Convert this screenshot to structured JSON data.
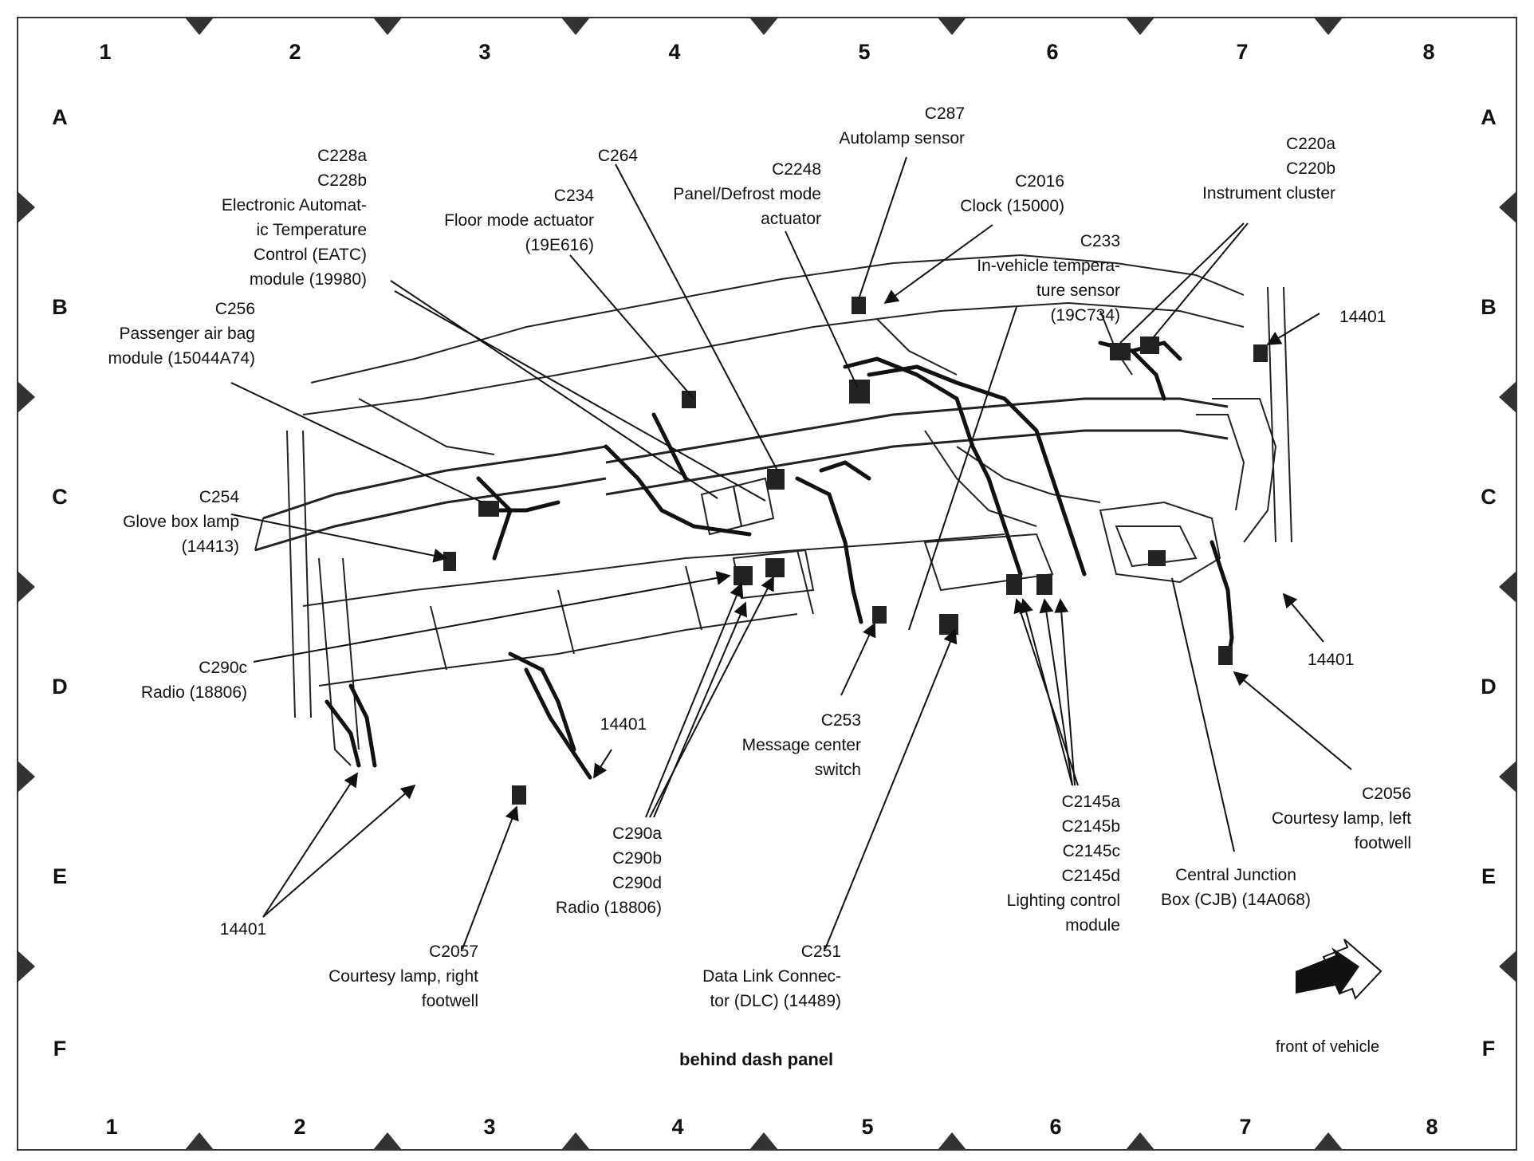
{
  "grid": {
    "columns": [
      "1",
      "2",
      "3",
      "4",
      "5",
      "6",
      "7",
      "8"
    ],
    "rows": [
      "A",
      "B",
      "C",
      "D",
      "E",
      "F"
    ]
  },
  "callouts": [
    {
      "id": "c228",
      "lines": [
        "C228a",
        "C228b",
        "Electronic Automat-",
        "ic Temperature",
        "Control (EATC)",
        "module (19980)"
      ]
    },
    {
      "id": "c264",
      "lines": [
        "C264"
      ]
    },
    {
      "id": "c234",
      "lines": [
        "C234",
        "Floor mode actuator",
        "(19E616)"
      ]
    },
    {
      "id": "c2248",
      "lines": [
        "C2248",
        "Panel/Defrost mode",
        "actuator"
      ]
    },
    {
      "id": "c287",
      "lines": [
        "C287",
        "Autolamp sensor"
      ]
    },
    {
      "id": "c2016",
      "lines": [
        "C2016",
        "Clock (15000)"
      ]
    },
    {
      "id": "c233",
      "lines": [
        "C233",
        "In-vehicle tempera-",
        "ture sensor",
        "(19C734)"
      ]
    },
    {
      "id": "c220",
      "lines": [
        "C220a",
        "C220b",
        "Instrument cluster"
      ]
    },
    {
      "id": "w14401_b",
      "lines": [
        "14401"
      ]
    },
    {
      "id": "c256",
      "lines": [
        "C256",
        "Passenger air bag",
        "module (15044A74)"
      ]
    },
    {
      "id": "c254",
      "lines": [
        "C254",
        "Glove box lamp",
        "(14413)"
      ]
    },
    {
      "id": "c290c",
      "lines": [
        "C290c",
        "Radio (18806)"
      ]
    },
    {
      "id": "w14401_d",
      "lines": [
        "14401"
      ]
    },
    {
      "id": "w14401_e4",
      "lines": [
        "14401"
      ]
    },
    {
      "id": "c253",
      "lines": [
        "C253",
        "Message center",
        "switch"
      ]
    },
    {
      "id": "c2056",
      "lines": [
        "C2056",
        "Courtesy lamp, left",
        "footwell"
      ]
    },
    {
      "id": "c290abd",
      "lines": [
        "C290a",
        "C290b",
        "C290d",
        "Radio (18806)"
      ]
    },
    {
      "id": "c2145",
      "lines": [
        "C2145a",
        "C2145b",
        "C2145c",
        "C2145d",
        "Lighting control",
        "module"
      ]
    },
    {
      "id": "cjb",
      "lines": [
        "Central Junction",
        "Box (CJB) (14A068)"
      ]
    },
    {
      "id": "w14401_e2",
      "lines": [
        "14401"
      ]
    },
    {
      "id": "c2057",
      "lines": [
        "C2057",
        "Courtesy lamp, right",
        "footwell"
      ]
    },
    {
      "id": "c251",
      "lines": [
        "C251",
        "Data Link Connec-",
        "tor (DLC) (14489)"
      ]
    }
  ],
  "caption": "behind dash panel",
  "orientation_note": "front of vehicle",
  "colors": {
    "ink": "#111111",
    "paper": "#ffffff",
    "frame": "#222222"
  }
}
